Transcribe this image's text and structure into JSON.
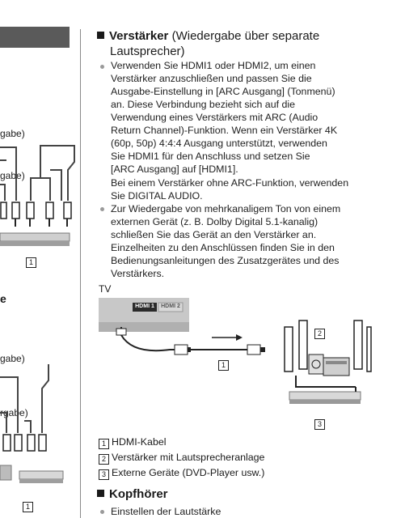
{
  "left_column": {
    "label_1": "gabe)",
    "label_2": "gabe)",
    "label_3": "gabe)",
    "label_4": "rgabe)",
    "marker_1": "1",
    "marker_2": "1",
    "letter": "e"
  },
  "section": {
    "title_bold": "Verstärker",
    "title_rest": "(Wiedergabe über separate",
    "title_line2": "Lautsprecher)",
    "bullet1": "Verwenden Sie HDMI1 oder HDMI2, um einen\nVerstärker anzuschließen und passen Sie die\nAusgabe-Einstellung in [ARC Ausgang] (Tonmenü)\nan. Diese Verbindung bezieht sich auf die\nVerwendung eines Verstärkers mit ARC (Audio\nReturn Channel)-Funktion. Wenn ein Verstärker 4K\n(60p, 50p) 4:4:4 Ausgang unterstützt, verwenden\nSie HDMI1 für den Anschluss und setzen Sie\n[ARC Ausgang] auf [HDMI1].",
    "note": "Bei einem Verstärker ohne ARC-Funktion, verwenden\nSie DIGITAL AUDIO.",
    "bullet2": "Zur Wiedergabe von mehrkanaligem Ton von einem\nexternen Gerät (z. B. Dolby Digital 5.1-kanalig)\nschließen Sie das Gerät an den Verstärker an.\nEinzelheiten zu den Anschlüssen finden Sie in den\nBedienungsanleitungen des Zusatzgerätes und des\nVerstärkers."
  },
  "diagram": {
    "tv_label": "TV",
    "hdmi1": "HDMI 1",
    "hdmi2": "HDMI 2",
    "marker_1": "1",
    "marker_2": "2",
    "marker_3": "3"
  },
  "legend": [
    {
      "num": "1",
      "text": "HDMI-Kabel"
    },
    {
      "num": "2",
      "text": "Verstärker mit Lautsprecheranlage"
    },
    {
      "num": "3",
      "text": "Externe Geräte (DVD-Player usw.)"
    }
  ],
  "kopfhoerer": {
    "title": "Kopfhörer",
    "bullet": "Einstellen der Lautstärke"
  }
}
